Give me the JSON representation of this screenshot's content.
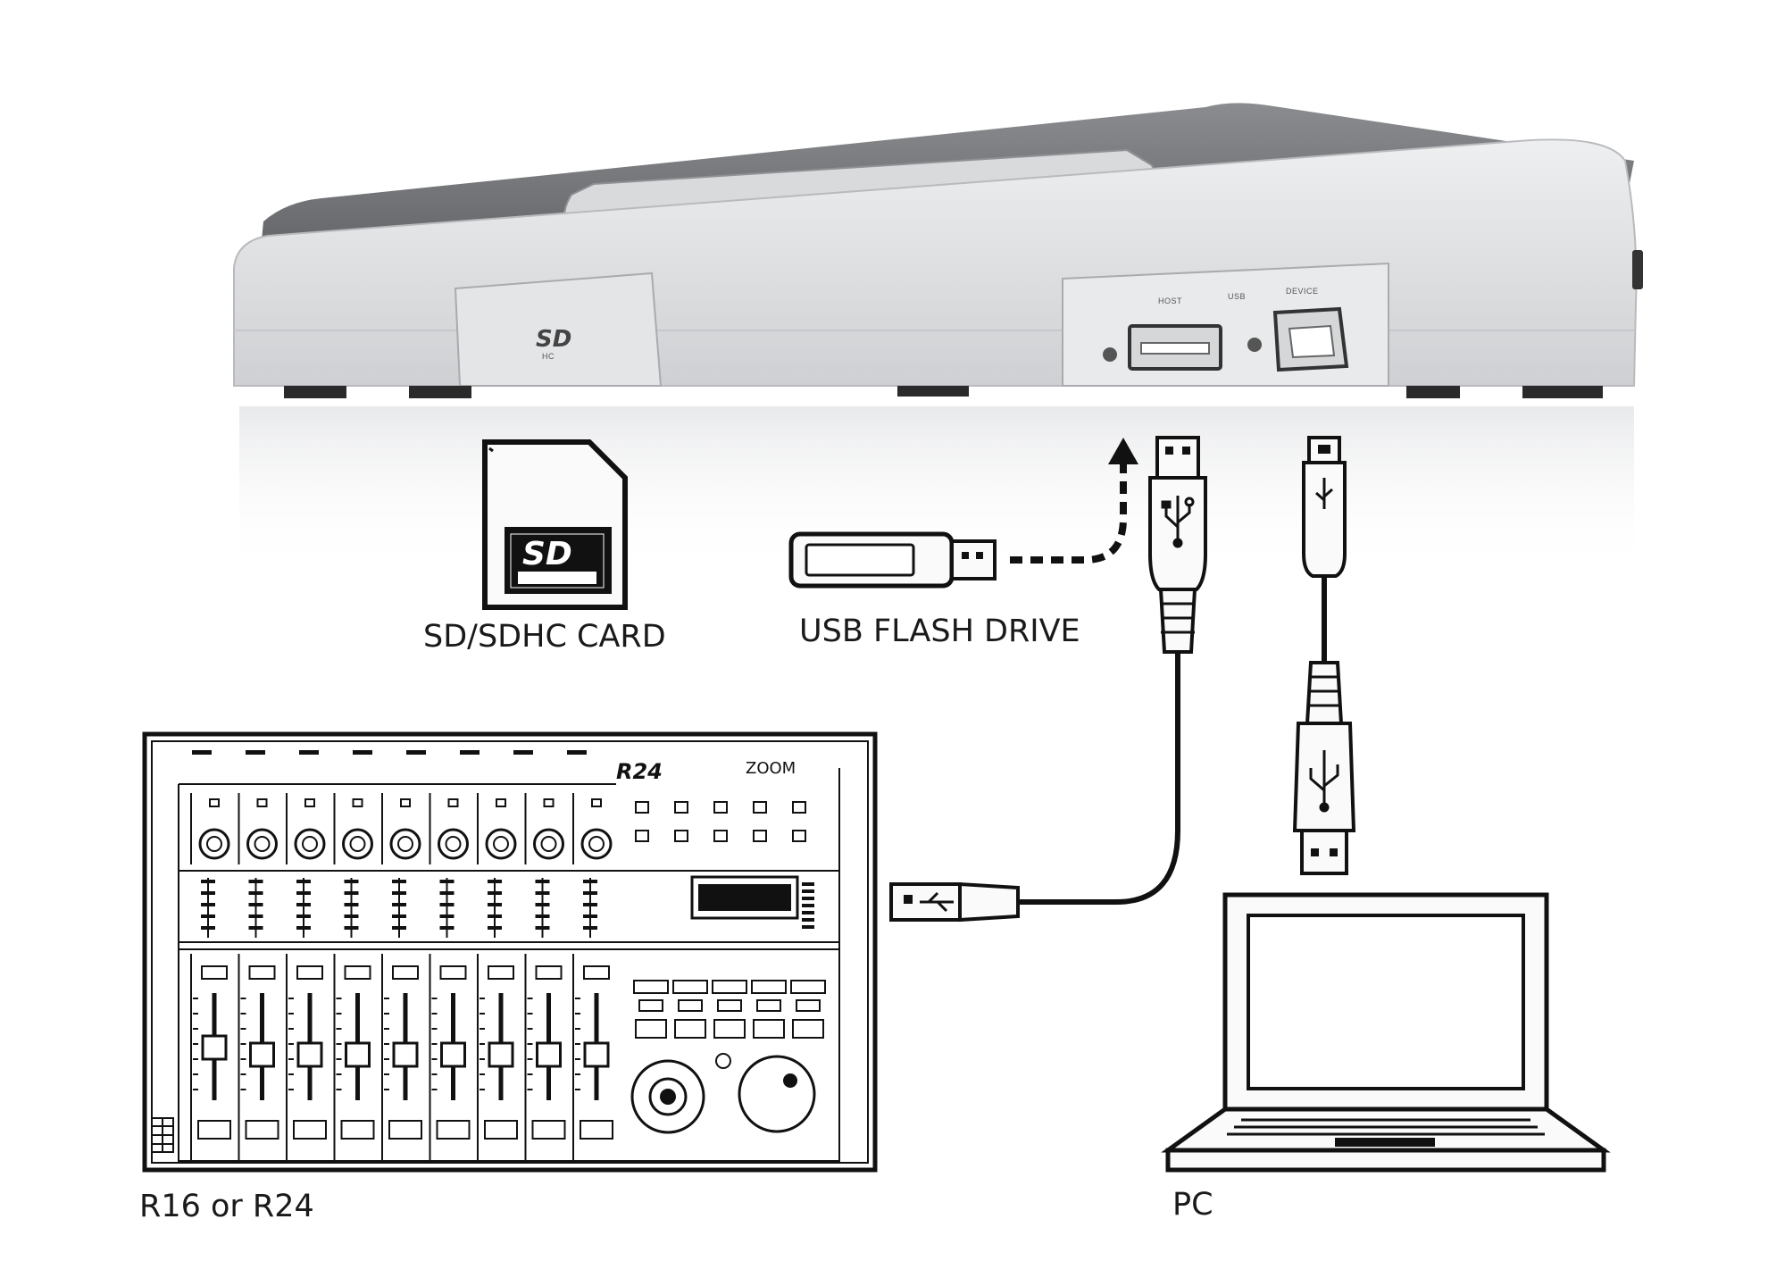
{
  "labels": {
    "sd_card": "SD/SDHC CARD",
    "usb_flash": "USB FLASH DRIVE",
    "recorder": "R16 or R24",
    "pc": "PC"
  },
  "device": {
    "usb_host": "HOST",
    "usb_mid": "USB",
    "usb_device": "DEVICE",
    "sd_logo": "SD",
    "sd_logo_sub": "HC"
  },
  "mixer": {
    "model_logo": "R24",
    "brand_logo": "ZOOM"
  },
  "colors": {
    "line": "#111111",
    "device_top": "#6d6f72",
    "device_body": "#dedfe1",
    "device_light": "#f1f1f2",
    "accent_red": "#c0392b"
  }
}
